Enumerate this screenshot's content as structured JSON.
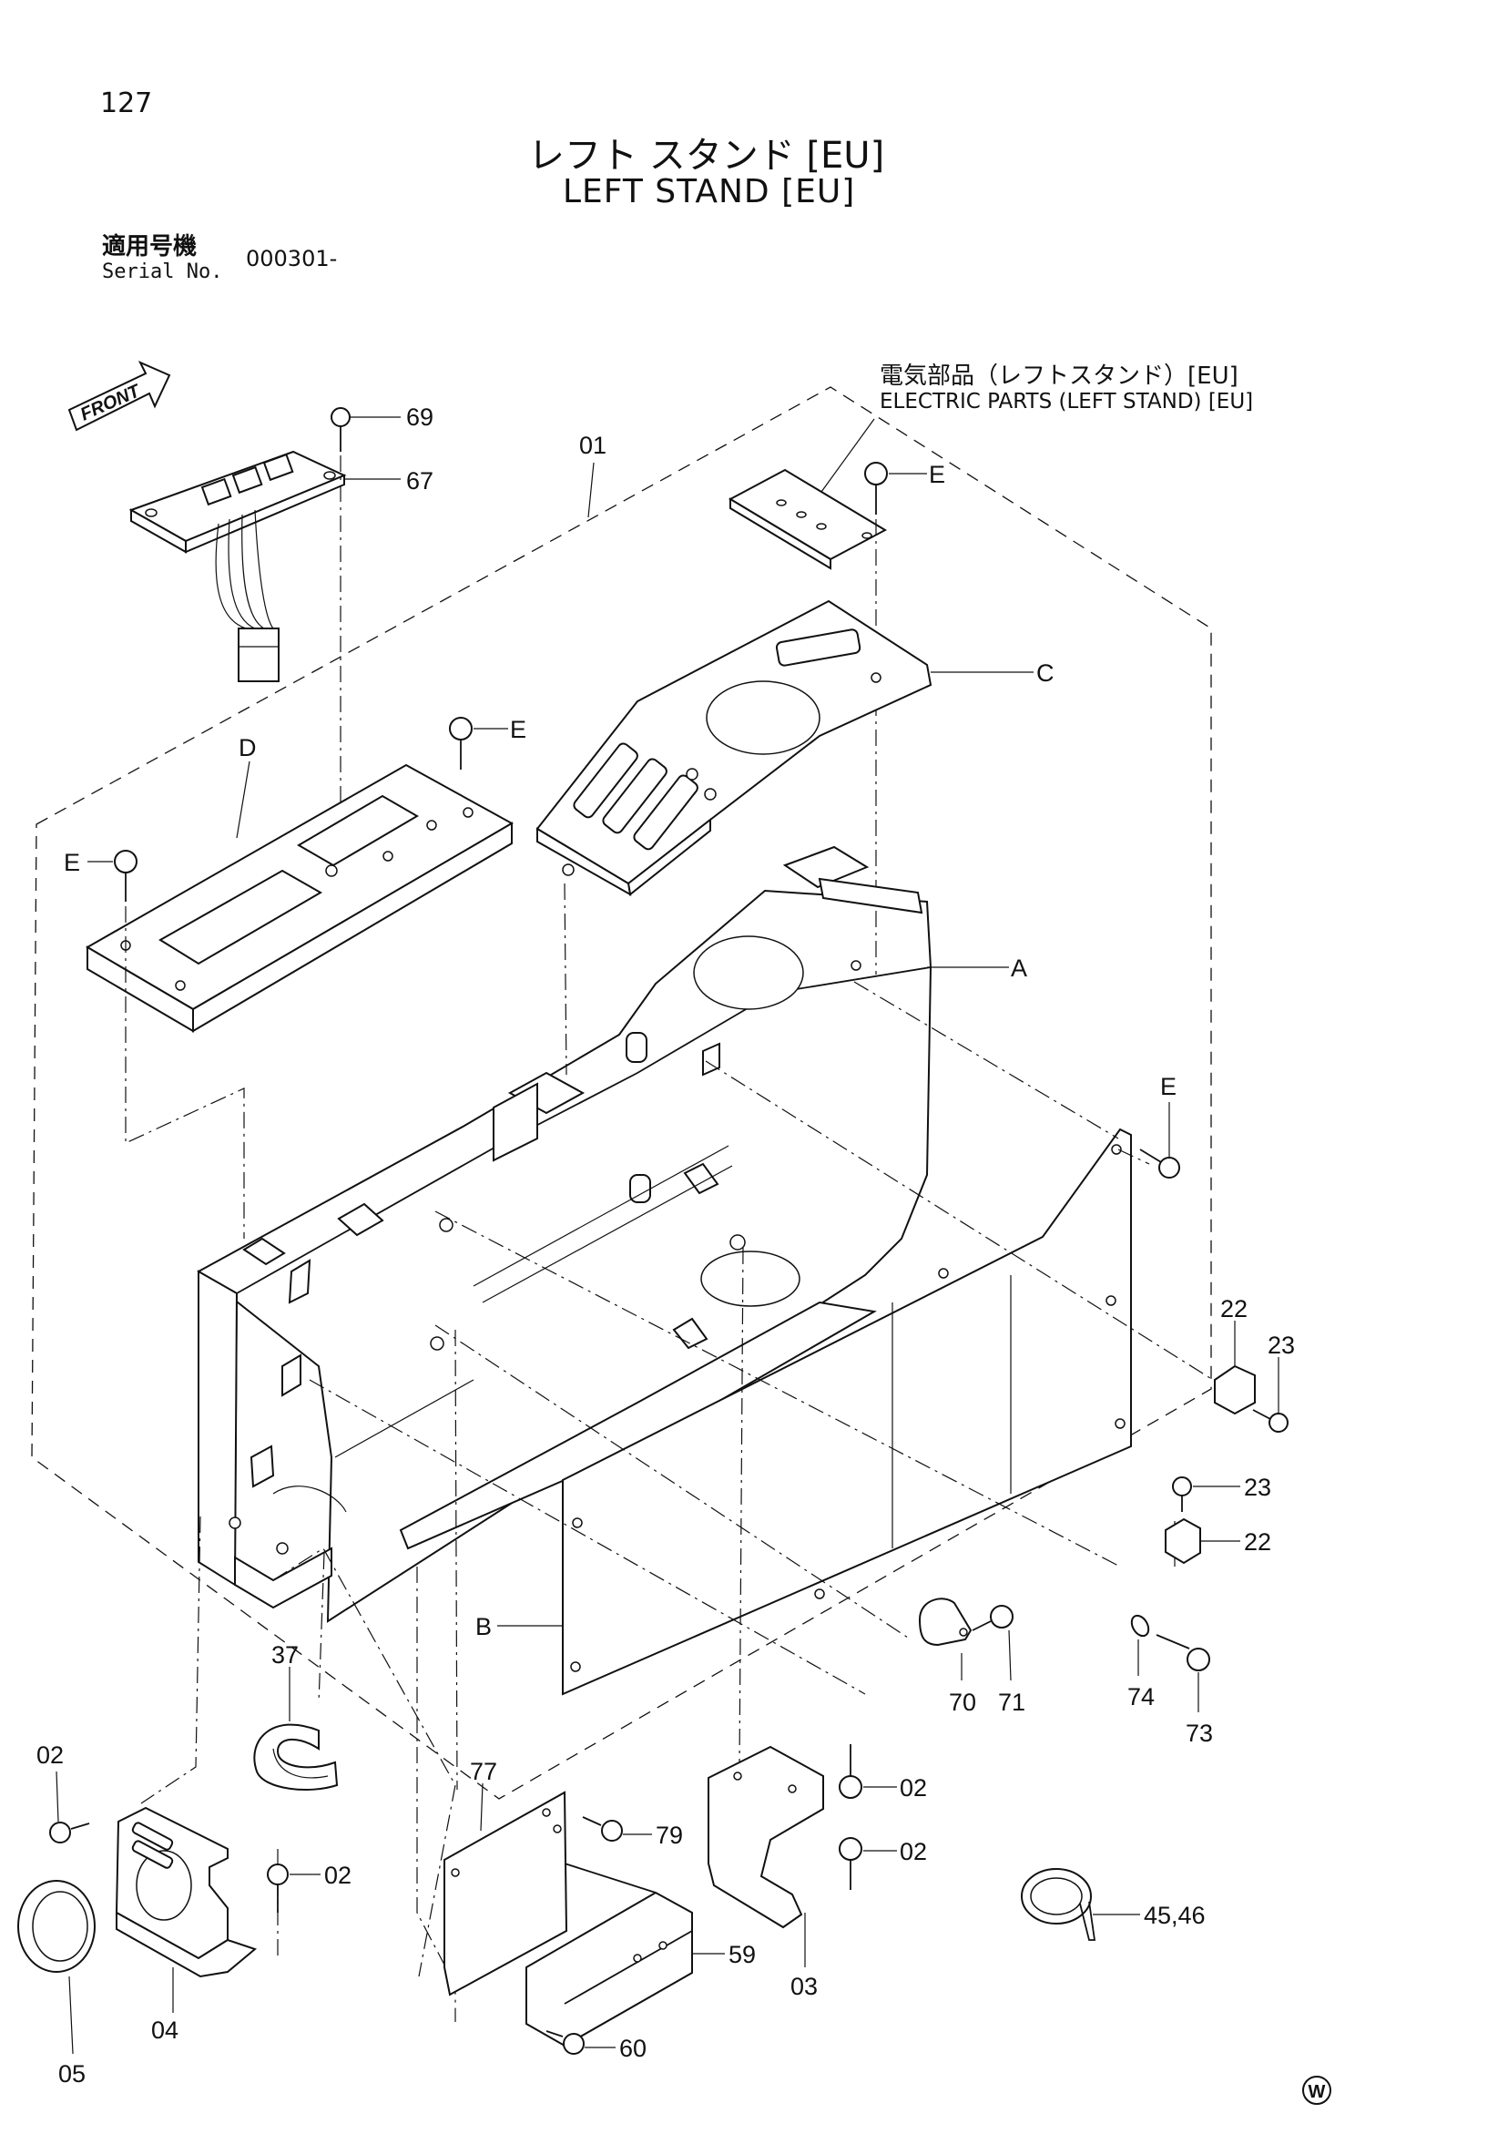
{
  "page_number": "127",
  "title_jp": "レフト スタンド [EU]",
  "title_en": "LEFT STAND [EU]",
  "serial": {
    "label_jp": "適用号機",
    "label_en": "Serial No.",
    "value": "000301-"
  },
  "front_label": "FRONT",
  "electric_parts": {
    "label_jp": "電気部品（レフトスタンド）[EU]",
    "label_en": "ELECTRIC  PARTS  (LEFT STAND)  [EU]"
  },
  "callouts": {
    "c69": "69",
    "c67": "67",
    "c01": "01",
    "cE1": "E",
    "cC": "C",
    "cE2": "E",
    "cD": "D",
    "cE3": "E",
    "cA": "A",
    "cE4": "E",
    "c22a": "22",
    "c23a": "23",
    "c23b": "23",
    "c22b": "22",
    "cB": "B",
    "c37": "37",
    "c71": "71",
    "c74": "74",
    "c70": "70",
    "c73": "73",
    "c02a": "02",
    "c77": "77",
    "c02b": "02",
    "c79": "79",
    "c02c": "02",
    "c02d": "02",
    "c4546": "45,46",
    "c59": "59",
    "c04": "04",
    "c03": "03",
    "c05": "05",
    "c60": "60"
  },
  "mark": "W"
}
